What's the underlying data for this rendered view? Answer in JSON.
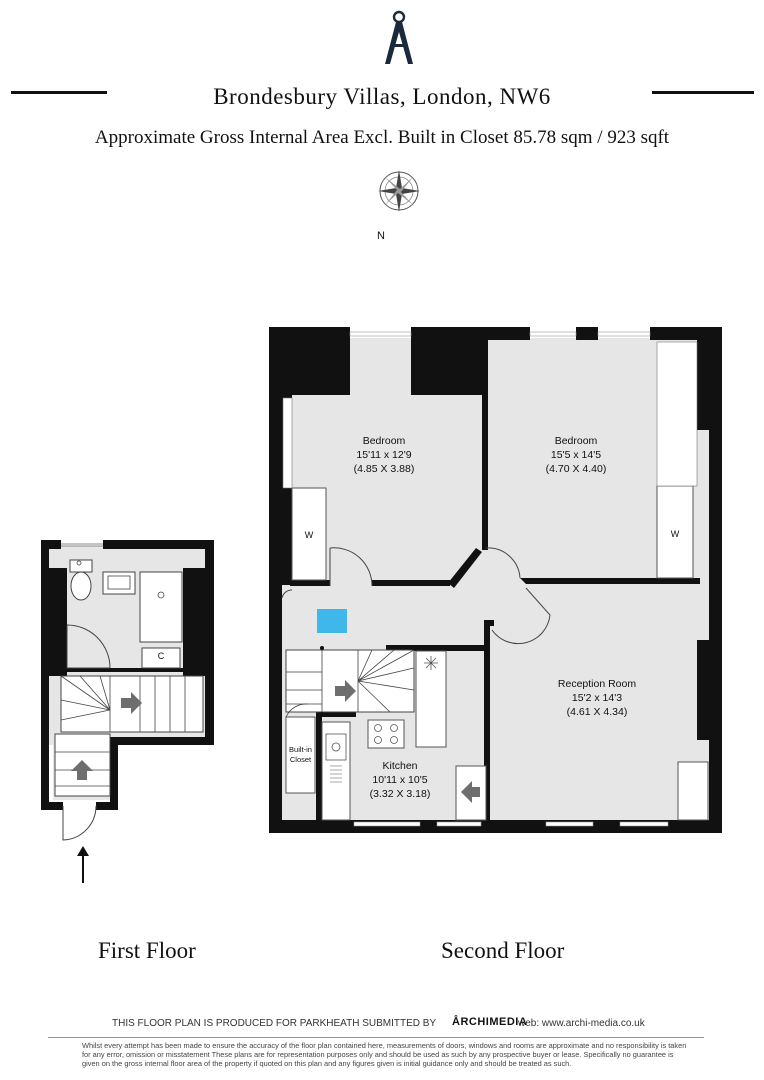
{
  "header": {
    "title": "Brondesbury Villas, London, NW6",
    "subtitle": "Approximate Gross Internal Area Excl. Built in Closet 85.78 sqm / 923 sqft",
    "north_label": "N",
    "logo_icon": "compass-divider-icon",
    "compass_icon": "compass-rose-icon"
  },
  "rooms": {
    "bedroom1": {
      "name": "Bedroom",
      "imperial": "15'11 x 12'9",
      "metric": "(4.85 X 3.88)"
    },
    "bedroom2": {
      "name": "Bedroom",
      "imperial": "15'5 x 14'5",
      "metric": "(4.70 X 4.40)"
    },
    "reception": {
      "name": "Reception Room",
      "imperial": "15'2 x 14'3",
      "metric": "(4.61 X 4.34)"
    },
    "kitchen": {
      "name": "Kitchen",
      "imperial": "10'11 x 10'5",
      "metric": "(3.32 X 3.18)"
    }
  },
  "fixtures": {
    "wardrobe1": "W",
    "wardrobe2": "W",
    "cupboard": "C",
    "closet_line1": "Built-in",
    "closet_line2": "Closet"
  },
  "floors": {
    "first": "First Floor",
    "second": "Second Floor"
  },
  "footer": {
    "credit": "THIS FLOOR PLAN IS PRODUCED FOR PARKHEATH SUBMITTED BY",
    "logo": "ÅRCHIMEDIA",
    "web": "web: www.archi-media.co.uk",
    "disclaimer": "Whilst every attempt has been made to ensure the accuracy of the floor plan contained here, measurements of doors, windows and rooms are approximate and no responsibility is taken for any error, omission or misstatement These plans are for representation purposes only and should be used as such by any prospective buyer or lease. Specifically no guarantee is given on the gross internal floor area of the property if quoted on this plan and any figures given is initial guidance only and should be treated as such."
  },
  "colors": {
    "wall": "#111111",
    "floor_fill": "#e6e6e6",
    "accent_blue": "#3fb7ea",
    "arrow_grey": "#6e6e6e"
  }
}
